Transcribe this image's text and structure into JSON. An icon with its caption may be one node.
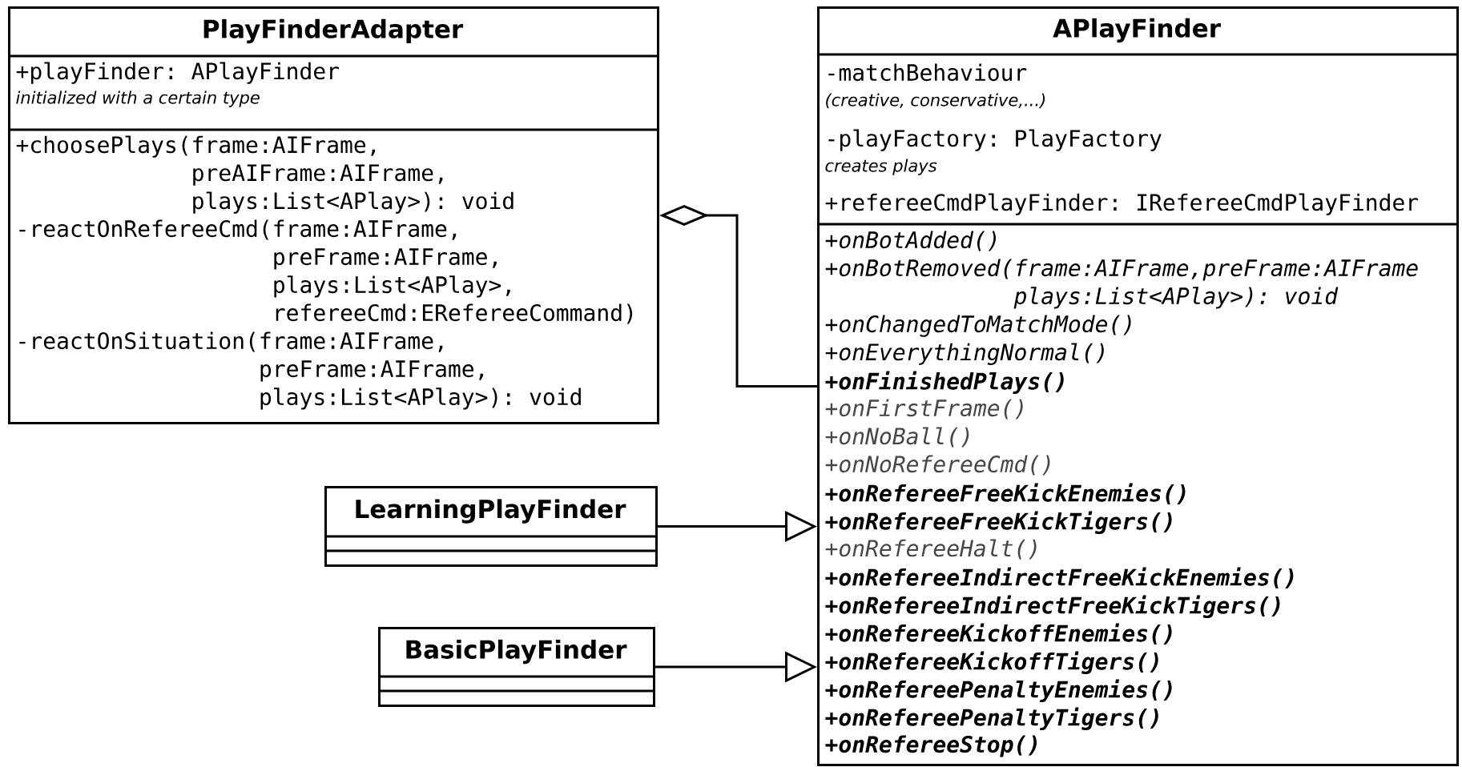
{
  "diagram": {
    "nodes": [
      {
        "text": [
          "PlayFinderAdapter",
          "+playFinder: APlayFinder",
          "initialized with a certain type",
          "+choosePlays(frame:AIFrame, preAIFrame:AIFrame, plays:List<APlay>): void",
          "-reactOnRefereeCmd(frame:AIFrame, preFrame:AIFrame, plays:List<APlay>, refereeCmd:ERefereeCommand)",
          "-reactOnSituation(frame:AIFrame, preFrame:AIFrame, plays:List<APlay>): void"
        ]
      },
      {
        "text": [
          "APlayFinder",
          "-matchBehaviour",
          "(creative, conservative,...)",
          "-playFactory: PlayFactory",
          "creates plays",
          "+refereeCmdPlayFinder: IRefereeCmdPlayFinder",
          "+onBotAdded()",
          "+onBotRemoved(frame:AIFrame,preFrame:AIFrame plays:List<APlay>): void",
          "+onChangedToMatchMode()",
          "+onEverythingNormal()",
          "+onFinishedPlays()",
          "+onFirstFrame()",
          "+onNoBall()",
          "+onNoRefereeCmd()",
          "+onRefereeFreeKickEnemies()",
          "+onRefereeFreeKickTigers()",
          "+onRefereeHalt()",
          "+onRefereeIndirectFreeKickEnemies()",
          "+onRefereeIndirectFreeKickTigers()",
          "+onRefereeKickoffEnemies()",
          "+onRefereeKickoffTigers()",
          "+onRefereePenaltyEnemies()",
          "+onRefereePenaltyTigers()",
          "+onRefereeStop()"
        ]
      },
      {
        "text": [
          "LearningPlayFinder"
        ]
      },
      {
        "text": [
          "BasicPlayFinder"
        ]
      }
    ],
    "edges": [
      {
        "from": 1,
        "to": 0,
        "arrow": "other"
      },
      {
        "from": 2,
        "to": 1,
        "arrow": "to"
      },
      {
        "from": 3,
        "to": 1,
        "arrow": "to"
      }
    ]
  }
}
